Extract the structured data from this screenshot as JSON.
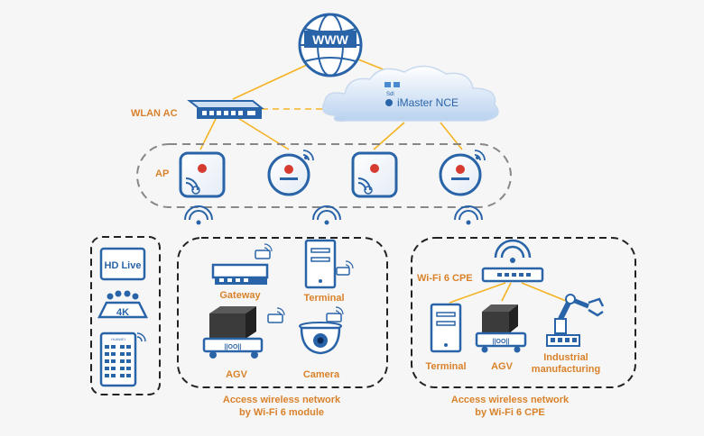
{
  "internet": {
    "text": "WWW"
  },
  "controller": {
    "text": "iMaster NCE",
    "sub": "Sdl"
  },
  "wlan_ac": {
    "label": "WLAN  AC"
  },
  "ap": {
    "label": "AP"
  },
  "left_panel": {
    "hd_live": "HD Live",
    "fourk": "4K",
    "brand": "HUAWEI"
  },
  "module_group": {
    "items": [
      "Gateway",
      "Terminal",
      "AGV",
      "Camera"
    ],
    "caption_line1": "Access wireless  network",
    "caption_line2": "by Wi-Fi 6 module"
  },
  "cpe_group": {
    "cpe_label": "Wi-Fi 6 CPE",
    "items": [
      "Terminal",
      "AGV",
      "Industrial",
      "manufacturing"
    ],
    "caption_line1": "Access wireless  network",
    "caption_line2": "by Wi-Fi 6 CPE"
  },
  "agv_tag": "||OO||",
  "colors": {
    "link": "#f5b323",
    "label": "#d9822b",
    "device": "#2a64a8",
    "dash": "#333333"
  }
}
